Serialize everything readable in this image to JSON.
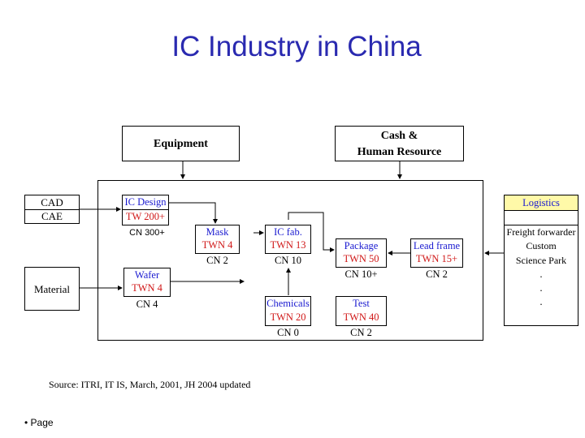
{
  "title": "IC Industry in China",
  "top_boxes": {
    "equipment": "Equipment",
    "cash_line1": "Cash &",
    "cash_line2": "Human Resource"
  },
  "cad": {
    "line1": "CAD",
    "line2": "CAE"
  },
  "material": "Material",
  "ic_design": {
    "name": "IC Design",
    "twn": "TW 200+",
    "cn": "CN 300+"
  },
  "wafer": {
    "name": "Wafer",
    "twn": "TWN 4",
    "cn": "CN 4"
  },
  "mask": {
    "name": "Mask",
    "twn": "TWN 4",
    "cn": "CN 2"
  },
  "ic_fab": {
    "name": "IC fab.",
    "twn": "TWN 13",
    "cn": "CN 10"
  },
  "chemicals": {
    "name": "Chemicals",
    "twn": "TWN 20",
    "cn": "CN 0"
  },
  "package": {
    "name": "Package",
    "twn": "TWN 50",
    "cn": "CN 10+"
  },
  "test": {
    "name": "Test",
    "twn": "TWN 40",
    "cn": "CN 2"
  },
  "lead_frame": {
    "name": "Lead frame",
    "twn": "TWN 15+",
    "cn": "CN 2"
  },
  "logistics": {
    "header": "Logistics",
    "items": [
      "Freight forwarder",
      "Custom",
      "Science Park",
      ".",
      ".",
      "."
    ]
  },
  "source": "Source: ITRI, IT IS, March, 2001, JH 2004 updated",
  "page_label": "Page",
  "colors": {
    "title": "#2a2ab0",
    "name_text": "#1a1ad0",
    "twn_text": "#d01818",
    "highlight": "#fff9a8"
  }
}
